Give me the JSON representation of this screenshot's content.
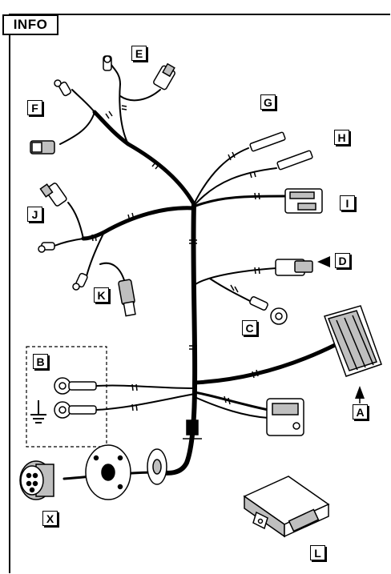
{
  "header": {
    "tag": "INFO"
  },
  "labels": {
    "A": "A",
    "B": "B",
    "C": "C",
    "D": "D",
    "E": "E",
    "F": "F",
    "G": "G",
    "H": "H",
    "I": "I",
    "J": "J",
    "K": "K",
    "L": "L",
    "X": "X"
  },
  "colors": {
    "line": "#000000",
    "fill_light": "#ffffff",
    "fill_gray": "#bfbfbf"
  }
}
